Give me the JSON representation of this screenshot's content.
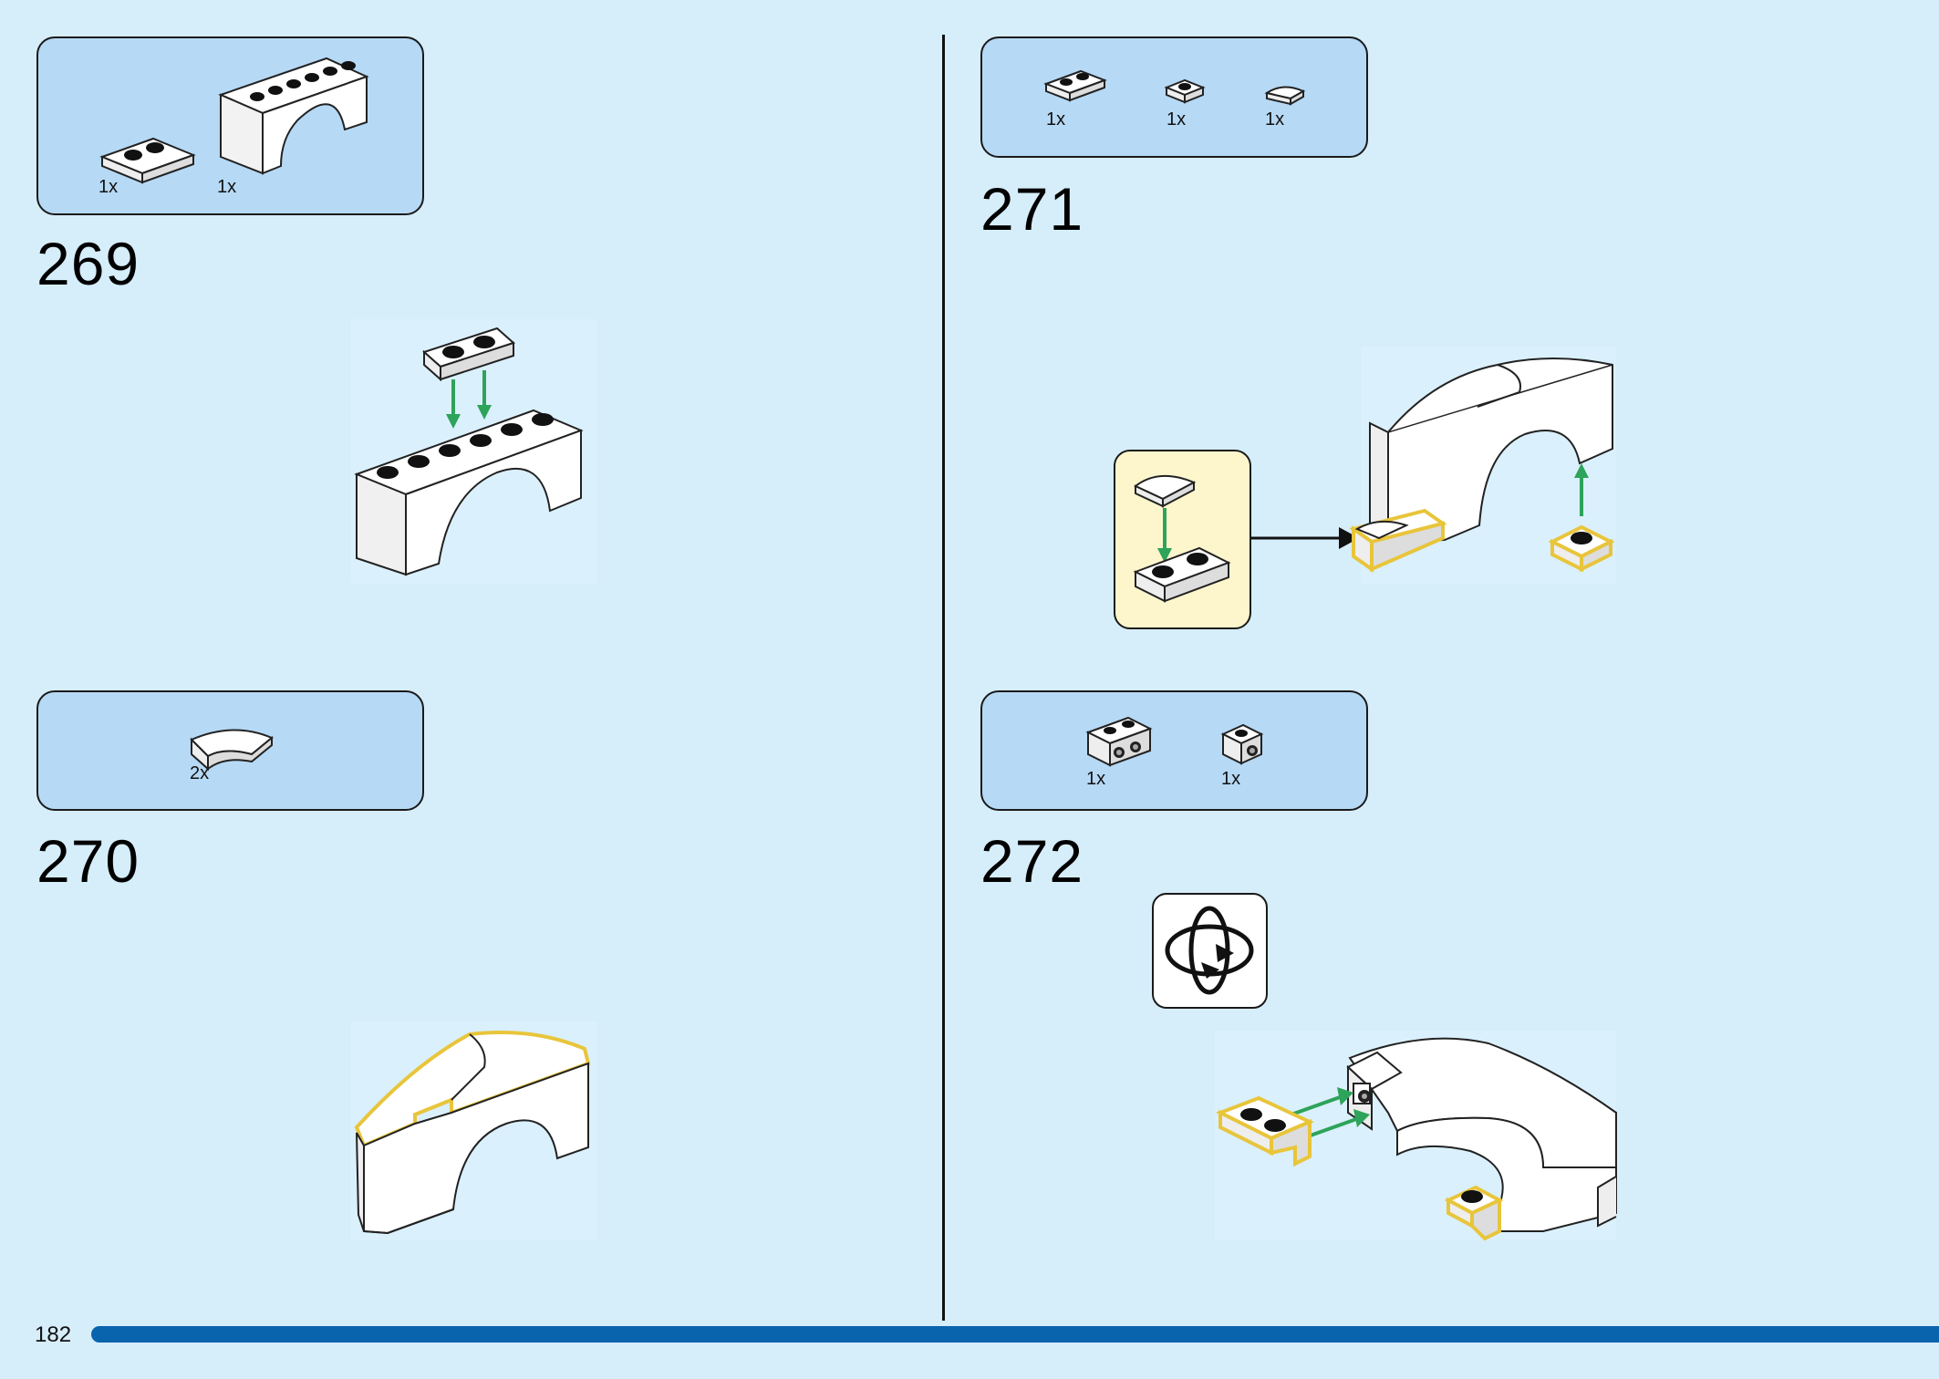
{
  "page": {
    "number": "182"
  },
  "steps": [
    {
      "number": "269",
      "parts": [
        {
          "qty": "1x",
          "icon": "plate-1x2"
        },
        {
          "qty": "1x",
          "icon": "arch-brick-1x6"
        }
      ]
    },
    {
      "number": "270",
      "parts": [
        {
          "qty": "2x",
          "icon": "curved-slope"
        }
      ]
    },
    {
      "number": "271",
      "parts": [
        {
          "qty": "1x",
          "icon": "plate-1x2"
        },
        {
          "qty": "1x",
          "icon": "plate-1x1"
        },
        {
          "qty": "1x",
          "icon": "quarter-round-tile"
        }
      ]
    },
    {
      "number": "272",
      "parts": [
        {
          "qty": "1x",
          "icon": "bracket-plate-1x2"
        },
        {
          "qty": "1x",
          "icon": "bracket-plate-1x1"
        }
      ]
    }
  ],
  "colors": {
    "background": "#d6edfa",
    "parts_box": "#b6d9f5",
    "highlight": "#e8c53a",
    "arrow_green": "#2ea35a",
    "progress_bar": "#0a63ad",
    "subassembly_box": "#fdf6cc"
  }
}
